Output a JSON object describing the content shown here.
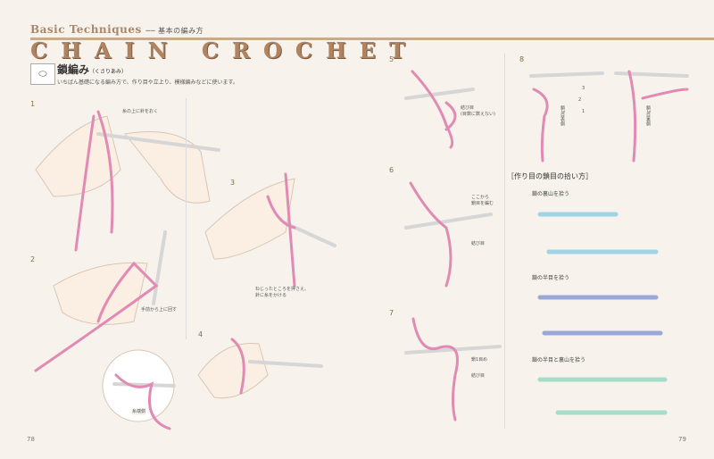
{
  "header": {
    "section": "Basic Techniques",
    "subtitle": "── 基本の編み方"
  },
  "title": "CHAIN CROCHET",
  "stitch": {
    "symbol": "⬭",
    "name": "鎖編み",
    "reading": "（くさりあみ）",
    "description": "いちばん基礎になる編み方で、作り目や立上り、模様編みなどに使います。"
  },
  "steps": [
    {
      "number": "1",
      "notes": [
        "糸の上に針をおく"
      ]
    },
    {
      "number": "2",
      "notes": [
        "手前から上に回す",
        "糸端側"
      ]
    },
    {
      "number": "3",
      "notes": [
        "ねじったところを押さえ、",
        "針に糸をかける"
      ]
    },
    {
      "number": "4",
      "notes": []
    },
    {
      "number": "5",
      "notes": [
        "結び目",
        "(目数に数えない)"
      ]
    },
    {
      "number": "6",
      "notes": [
        "ここから",
        "鎖目を編む",
        "結び目"
      ]
    },
    {
      "number": "7",
      "notes": [
        "鎖1目め",
        "結び目"
      ]
    },
    {
      "number": "8",
      "notes": [
        "鎖3目表側",
        "鎖3目裏側",
        "3",
        "2",
        "1"
      ]
    }
  ],
  "pickup": {
    "heading": "［作り目の鎖目の拾い方］",
    "items": [
      "鎖の裏山を拾う",
      "鎖の半目を拾う",
      "鎖の半目と裏山を拾う"
    ],
    "colors": [
      "#9fd3e6",
      "#9aa8d8",
      "#a6dccb"
    ]
  },
  "pages": {
    "left": "78",
    "right": "79"
  },
  "colors": {
    "yarn": "#e08ab4",
    "hook": "#cfcfcf",
    "accent": "#b08460"
  }
}
